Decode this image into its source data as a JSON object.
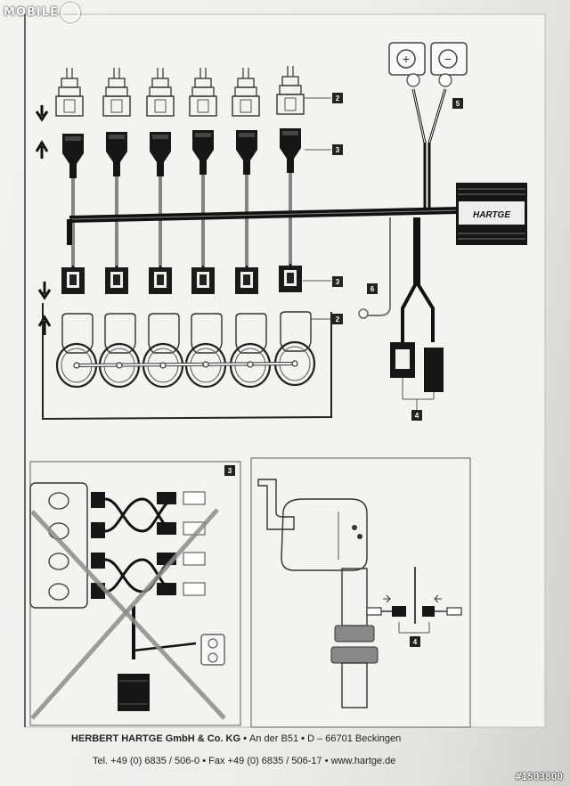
{
  "watermark": {
    "brand": "MOBILE"
  },
  "labels": {
    "callout_1": "2",
    "callout_2": "3",
    "callout_3": "5",
    "callout_4": "3",
    "callout_5": "2",
    "callout_6": "6",
    "callout_7": "4",
    "box_left": "3",
    "box_right": "4",
    "plus": "+",
    "minus": "−"
  },
  "footer": {
    "company": "HERBERT HARTGE GmbH & Co. KG",
    "sep1": "•",
    "address": "An der B51",
    "sep2": "•",
    "city": "D – 66701 Beckingen",
    "phone": "Tel. +49 (0) 6835 / 506-0",
    "sep3": "•",
    "fax": "Fax +49 (0) 6835 / 506-17",
    "sep4": "•",
    "web": "www.hartge.de"
  },
  "stamp_id": "#1503800",
  "colors": {
    "ink": "#1a1a1a",
    "paper": "#f0f0ed"
  }
}
